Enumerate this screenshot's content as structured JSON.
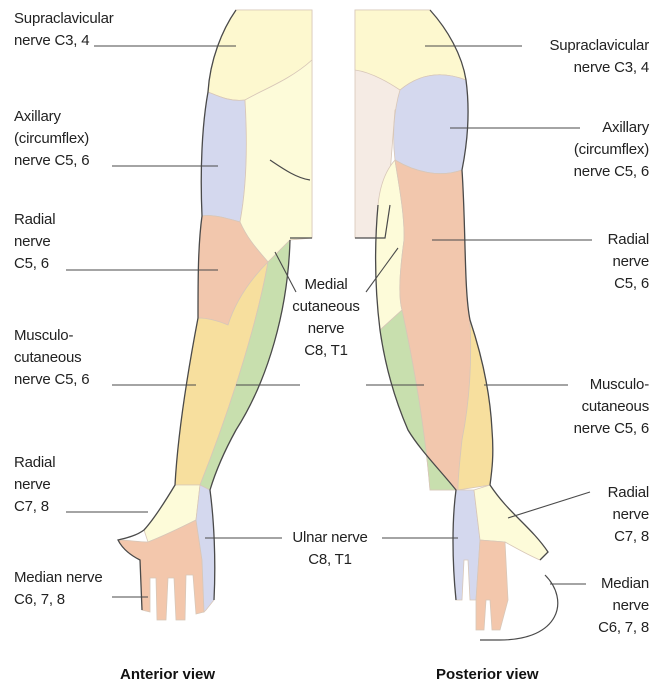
{
  "colors": {
    "supraclavicular": "#fdf8cf",
    "axillary": "#d4d8ee",
    "radial": "#f2c7ad",
    "musculocutaneous": "#f7df9e",
    "medial_cutaneous": "#fdfbd9",
    "ulnar": "#c8dfae",
    "ulnar_hand": "#d4d8ee",
    "median": "#f3c7ac",
    "skin": "#f5ebe4",
    "outline": "#4a4a4a"
  },
  "anterior": {
    "view_label": "Anterior view",
    "labels": {
      "supraclavicular": "Supraclavicular\nnerve C3, 4",
      "axillary": "Axillary\n(circumflex)\nnerve C5, 6",
      "radial_upper": "Radial\nnerve\nC5, 6",
      "musculocutaneous": "Musculo-\ncutaneous\nnerve C5, 6",
      "radial_lower": "Radial\nnerve\nC7, 8",
      "median": "Median nerve\nC6, 7, 8"
    }
  },
  "shared": {
    "medial_cutaneous": "Medial\ncutaneous\nnerve\nC8, T1",
    "ulnar": "Ulnar nerve\nC8, T1"
  },
  "posterior": {
    "view_label": "Posterior view",
    "labels": {
      "supraclavicular": "Supraclavicular\nnerve C3, 4",
      "axillary": "Axillary\n(circumflex)\nnerve C5, 6",
      "radial_upper": "Radial\nnerve\nC5, 6",
      "musculocutaneous": "Musculo-\ncutaneous\nnerve C5, 6",
      "radial_lower": "Radial\nnerve\nC7, 8",
      "median": "Median\nnerve\nC6, 7, 8"
    }
  }
}
